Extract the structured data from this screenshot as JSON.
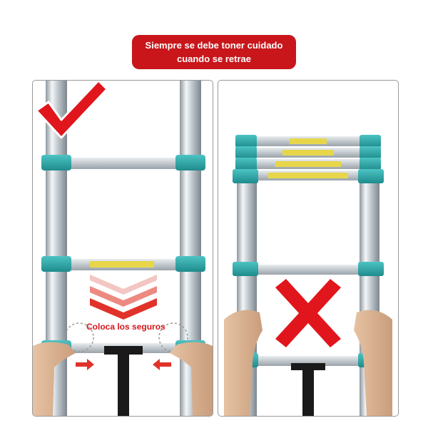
{
  "banner": {
    "line1": "Siempre se debe toner cuidado",
    "line2": "cuando se retrae"
  },
  "left_panel": {
    "label": "Coloca los seguros",
    "status_icon": "check-mark-icon"
  },
  "right_panel": {
    "status_icon": "x-mark-icon"
  },
  "colors": {
    "banner_red": "#c8161b",
    "check_red": "#e0161c",
    "clamp_teal": "#2aa7a7",
    "rung_yellow": "#e8d64a"
  }
}
